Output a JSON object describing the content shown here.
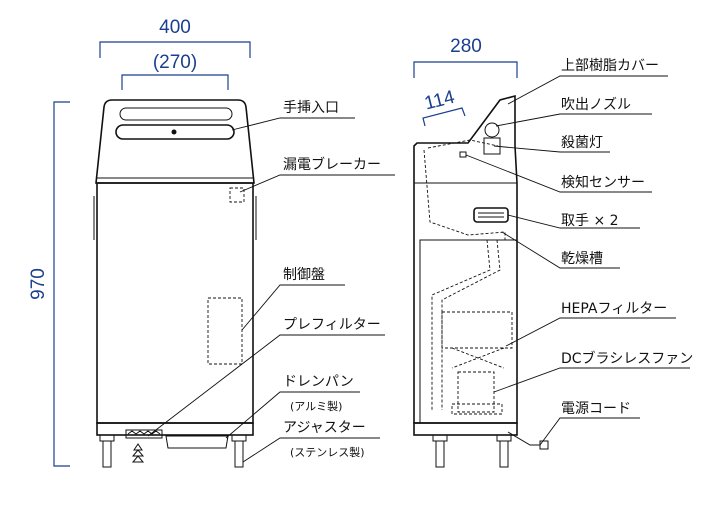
{
  "dimensions": {
    "front_width": "400",
    "front_inner_width": "(270)",
    "height": "970",
    "side_depth": "280",
    "side_inlet_depth": "114"
  },
  "labels": {
    "hand_inlet": "手挿入口",
    "breaker": "漏電ブレーカー",
    "control_panel": "制御盤",
    "prefilter": "プレフィルター",
    "drain_pan": "ドレンパン",
    "drain_pan_material": "(アルミ製)",
    "adjuster": "アジャスター",
    "adjuster_material": "(ステンレス製)",
    "resin_cover": "上部樹脂カバー",
    "nozzle": "吹出ノズル",
    "sterilizer_lamp": "殺菌灯",
    "sensor": "検知センサー",
    "handle": "取手 × 2",
    "dry_chamber": "乾燥槽",
    "hepa_filter": "HEPAフィルター",
    "dc_fan": "DCブラシレスファン",
    "power_cord": "電源コード"
  }
}
